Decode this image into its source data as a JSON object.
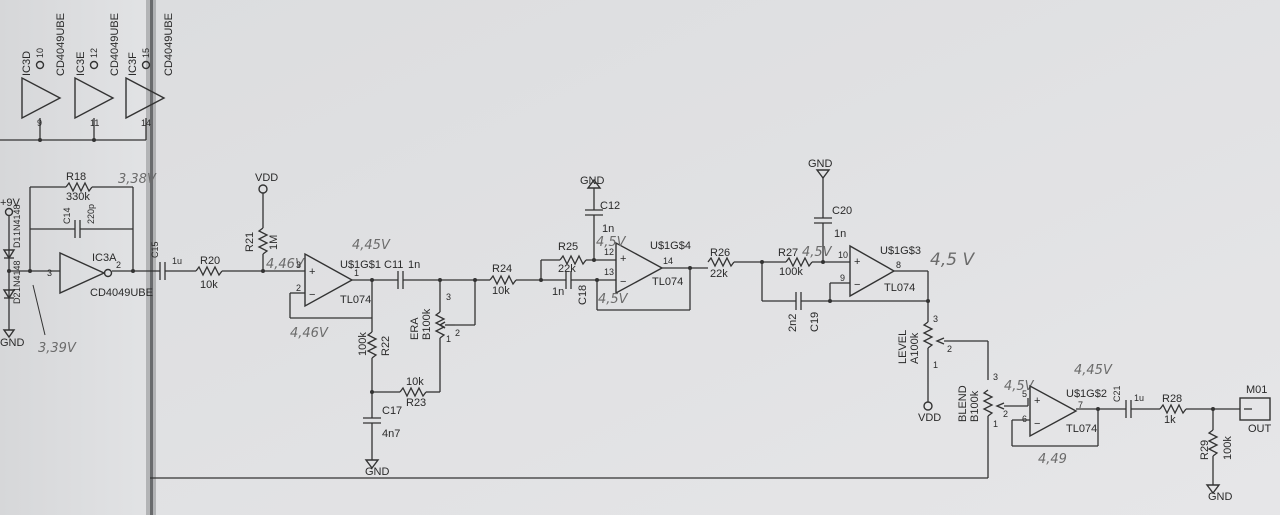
{
  "top_gates": [
    {
      "ref": "IC3D",
      "part": "CD4049UBE",
      "in_pin": "9",
      "out_pin": "10"
    },
    {
      "ref": "IC3E",
      "part": "CD4049UBE",
      "in_pin": "11",
      "out_pin": "12"
    },
    {
      "ref": "IC3F",
      "part": "CD4049UBE",
      "in_pin": "14",
      "out_pin": "15"
    }
  ],
  "left": {
    "supply": "+9V",
    "d1_ref": "D1",
    "d1_part": "1N4148",
    "d2_ref": "D2",
    "d2_part": "1N4148",
    "gnd": "GND",
    "r18_ref": "R18",
    "r18_val": "330k",
    "c14_ref": "C14",
    "c14_val": "220p",
    "ic3a_ref": "IC3A",
    "ic3a_part": "CD4049UBE",
    "pin_in": "3",
    "pin_out": "2",
    "note_a": "3,38V",
    "note_b": "3,39V"
  },
  "stage1": {
    "c15_ref": "C15",
    "c15_val": "1u",
    "r20_ref": "R20",
    "r20_val": "10k",
    "vdd": "VDD",
    "r21_ref": "R21",
    "r21_val": "1M",
    "note_r21": "4,46V",
    "op_ref": "U$1G$1",
    "op_part": "TL074",
    "p_plus": "3",
    "p_minus": "2",
    "p_out": "1",
    "note_out": "4,45V",
    "note_fb": "4,46V",
    "c11_ref": "C11",
    "c11_val": "1n",
    "r22_ref": "R22",
    "r22_val": "100k",
    "r23_ref": "R23",
    "r23_val": "10k",
    "c17_ref": "C17",
    "c17_val": "4n7",
    "gnd": "GND",
    "era_ref": "ERA",
    "era_val": "B100k",
    "era_p1": "1",
    "era_p2": "2",
    "era_p3": "3",
    "r24_ref": "R24",
    "r24_val": "10k"
  },
  "stage2": {
    "gnd": "GND",
    "c12_ref": "C12",
    "c12_val": "1n",
    "r25_ref": "R25",
    "r25_val": "22k",
    "c18_ref": "C18",
    "c18_val": "1n",
    "op_ref": "U$1G$4",
    "op_part": "TL074",
    "p_plus": "12",
    "p_minus": "13",
    "p_out": "14",
    "note_in": "4,5V",
    "note_fb": "4,5V",
    "r26_ref": "R26",
    "r26_val": "22k"
  },
  "stage3": {
    "gnd": "GND",
    "c20_ref": "C20",
    "c20_val": "1n",
    "r27_ref": "R27",
    "r27_val": "100k",
    "c19_ref": "C19",
    "c19_val": "2n2",
    "op_ref": "U$1G$3",
    "op_part": "TL074",
    "p_plus": "10",
    "p_minus": "9",
    "p_out": "8",
    "note_in": "4,5V",
    "note_out": "4,5 V",
    "level_ref": "LEVEL",
    "level_val": "A100k",
    "lv_p1": "1",
    "lv_p2": "2",
    "lv_p3": "3",
    "vdd": "VDD"
  },
  "stage4": {
    "blend_ref": "BLEND",
    "blend_val": "B100k",
    "bl_p1": "1",
    "bl_p2": "2",
    "bl_p3": "3",
    "op_ref": "U$1G$2",
    "op_part": "TL074",
    "p_plus": "5",
    "p_minus": "6",
    "p_out": "7",
    "note_in": "4,5V",
    "note_out": "4,45V",
    "note_fb": "4,49",
    "c21_ref": "C21",
    "c21_val": "1u",
    "r28_ref": "R28",
    "r28_val": "1k",
    "r29_ref": "R29",
    "r29_val": "100k",
    "gnd": "GND",
    "out_ref": "M01",
    "out_label": "OUT"
  }
}
